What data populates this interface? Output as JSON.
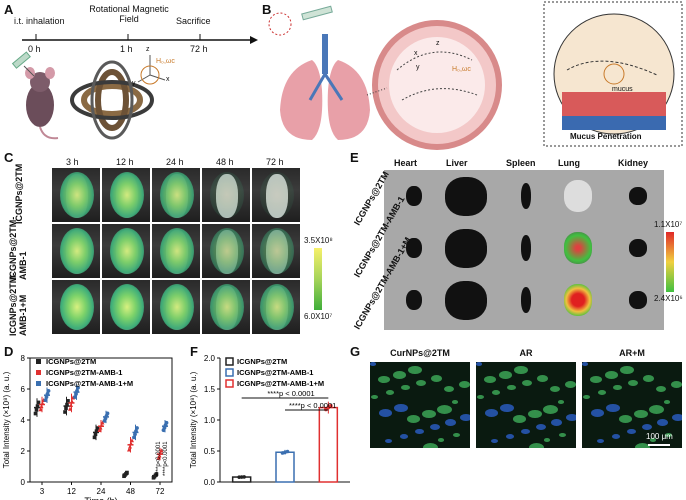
{
  "panels": {
    "a": "A",
    "b": "B",
    "c": "C",
    "d": "D",
    "e": "E",
    "f": "F",
    "g": "G"
  },
  "timeline": {
    "events": [
      "i.t. inhalation",
      "Rotational Magnetic Field",
      "Sacrifice"
    ],
    "ticks": [
      "0 h",
      "1 h",
      "72 h"
    ],
    "axis_labels": {
      "x": "x",
      "y": "y",
      "z": "z",
      "field": "H₀,ωc"
    }
  },
  "schematic_b": {
    "axes": {
      "x": "x",
      "y": "y",
      "z": "z",
      "field": "H₀,ωc"
    },
    "mucus": "mucus",
    "inset_title": "Mucus Penetration"
  },
  "panel_c": {
    "times": [
      "3 h",
      "12 h",
      "24 h",
      "48 h",
      "72 h"
    ],
    "rows": [
      "ICGNPs@2TM",
      "ICGNPs@2TM-AMB-1",
      "ICGNPs@2TM-AMB-1+M"
    ],
    "scale_max": "3.5X10⁸",
    "scale_min": "6.0X10⁷"
  },
  "panel_e": {
    "organs": [
      "Heart",
      "Liver",
      "Spleen",
      "Lung",
      "Kidney"
    ],
    "rows": [
      "ICGNPs@2TM",
      "ICGNPs@2TM-AMB-1",
      "ICGNPs@2TM-AMB-1+M"
    ],
    "scale_max": "1.1X10⁷",
    "scale_min": "2.4X10⁶"
  },
  "panel_g": {
    "titles": [
      "CurNPs@2TM",
      "AR",
      "AR+M"
    ],
    "scalebar": "100 μm"
  },
  "chart_data": [
    {
      "type": "scatter",
      "panel": "D",
      "xlabel": "Time (h)",
      "ylabel": "Total Intensity (×10⁸) (a. u.)",
      "categories": [
        "3",
        "12",
        "24",
        "48",
        "72"
      ],
      "ylim": [
        0,
        8
      ],
      "yticks": [
        0,
        2,
        4,
        6,
        8
      ],
      "series": [
        {
          "name": "ICGNPs@2TM",
          "color": "#222222",
          "marker": "square",
          "means": [
            4.8,
            4.9,
            3.2,
            0.5,
            0.4
          ],
          "sd": [
            0.6,
            0.6,
            0.5,
            0.2,
            0.2
          ]
        },
        {
          "name": "ICGNPs@2TM-AMB-1",
          "color": "#e03030",
          "marker": "triangle",
          "means": [
            5.0,
            5.1,
            3.6,
            2.4,
            1.8
          ],
          "sd": [
            0.5,
            0.6,
            0.4,
            0.5,
            0.4
          ]
        },
        {
          "name": "ICGNPs@2TM-AMB-1+M",
          "color": "#3a6fb0",
          "marker": "star",
          "means": [
            5.6,
            5.8,
            4.2,
            3.2,
            3.6
          ],
          "sd": [
            0.5,
            0.5,
            0.4,
            0.5,
            0.4
          ]
        }
      ],
      "annotations": [
        "****p<0.0001",
        "****p<0.0001"
      ]
    },
    {
      "type": "bar",
      "panel": "F",
      "ylabel": "Total Intensity (×10⁸) (a. u.)",
      "categories": [
        "ICGNPs@2TM",
        "ICGNPs@2TM-AMB-1",
        "ICGNPs@2TM-AMB-1+M"
      ],
      "values": [
        0.08,
        0.48,
        1.2
      ],
      "ylim": [
        0,
        2.0
      ],
      "yticks": [
        0.0,
        0.5,
        1.0,
        1.5,
        2.0
      ],
      "colors": [
        "#222222",
        "#3a6fb0",
        "#e03030"
      ],
      "annotations": [
        "****p < 0.0001",
        "****p < 0.0001"
      ]
    }
  ]
}
